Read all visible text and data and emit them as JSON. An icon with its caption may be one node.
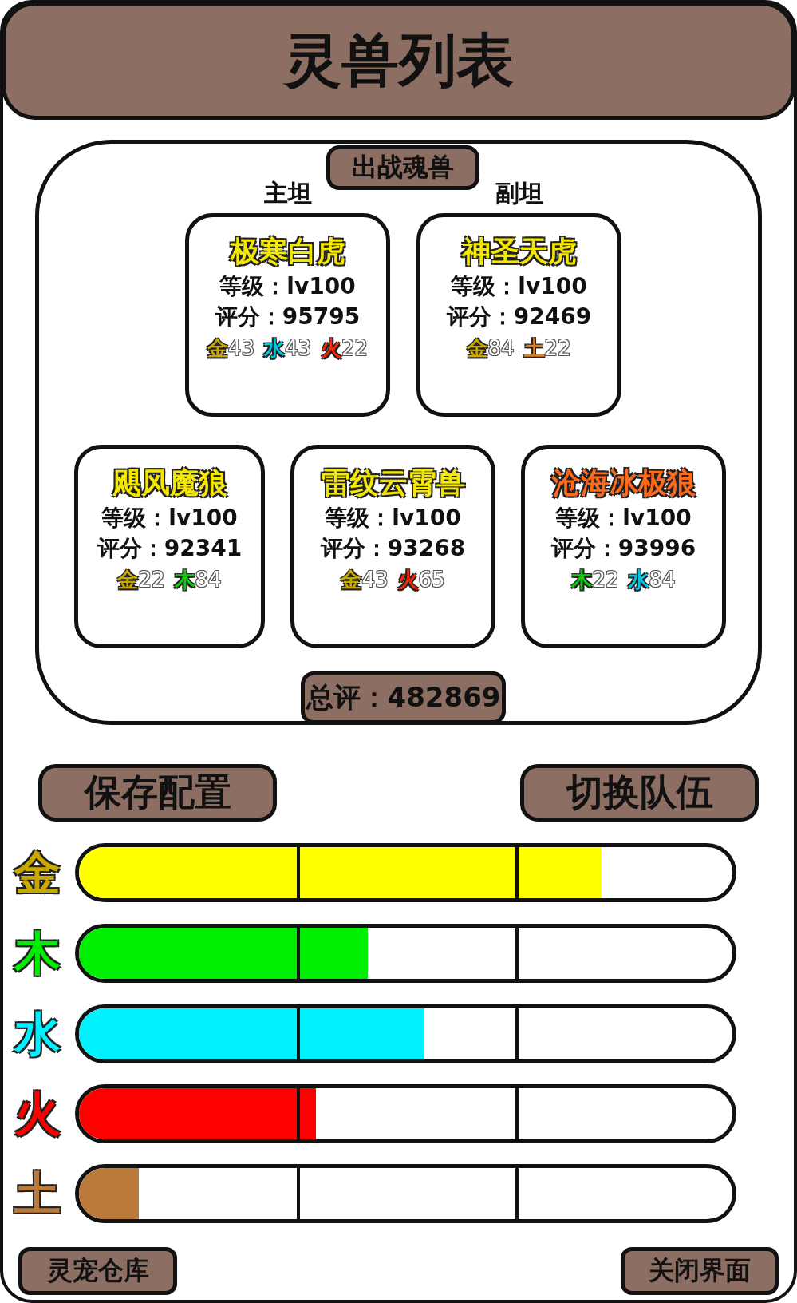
{
  "diagram": {
    "nodes": [
      {
        "text": [
          "灵兽列表"
        ]
      },
      {
        "text": [],
        "shape": "box"
      },
      {
        "text": [
          "出战魂兽"
        ],
        "in": 1
      },
      {
        "text": [
          "主坦",
          "极寒白虎",
          "等级：lv100",
          "评分：95795",
          "金43",
          "水43",
          "火22"
        ],
        "in": 1
      },
      {
        "text": [
          "副坦",
          "神圣天虎",
          "等级：lv100",
          "评分：92469",
          "金84",
          "土22"
        ],
        "in": 1
      },
      {
        "text": [
          "飓风魔狼",
          "等级：lv100",
          "评分：92341",
          "金22",
          "木84"
        ],
        "in": 1
      },
      {
        "text": [
          "雷纹云霄兽",
          "等级：lv100",
          "评分：93268",
          "金43",
          "火65"
        ],
        "in": 1
      },
      {
        "text": [
          "沧海冰极狼",
          "等级：lv100",
          "评分：93996",
          "木22",
          "水84"
        ],
        "in": 1
      },
      {
        "text": [
          "总评：482869"
        ],
        "in": 1
      },
      {
        "text": [
          "保存配置"
        ]
      },
      {
        "text": [
          "切换队伍"
        ]
      },
      {
        "text": [],
        "shape": "bar",
        "beside": [
          "金"
        ]
      },
      {
        "text": [],
        "shape": "bar",
        "beside": [
          "木"
        ]
      },
      {
        "text": [],
        "shape": "bar",
        "beside": [
          "水"
        ]
      },
      {
        "text": [],
        "shape": "bar",
        "beside": [
          "火"
        ]
      },
      {
        "text": [],
        "shape": "bar",
        "beside": [
          "土"
        ]
      },
      {
        "text": [
          "灵宠仓库"
        ]
      },
      {
        "text": [
          "关闭界面"
        ]
      }
    ]
  }
}
